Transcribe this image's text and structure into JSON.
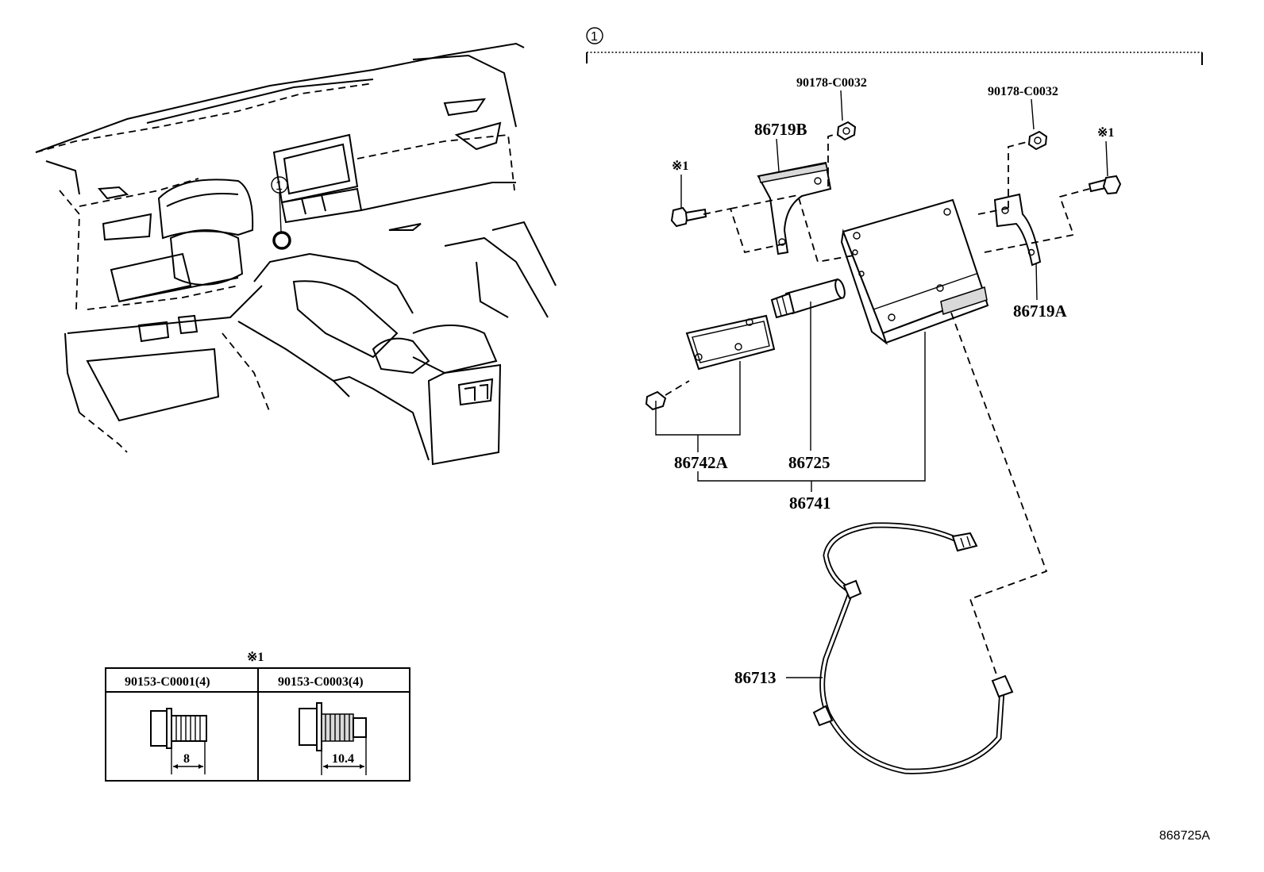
{
  "diagram": {
    "callout_number": "1",
    "labels": {
      "nut_b": "90178-C0032",
      "nut_a": "90178-C0032",
      "bracket_b": "86719B",
      "bracket_a": "86719A",
      "bolt_ref_left": "※1",
      "bolt_ref_right": "※1",
      "cover": "86742A",
      "antenna": "86725",
      "module": "86741",
      "wire": "86713"
    },
    "bolt_table": {
      "ref": "※1",
      "columns": [
        {
          "part": "90153-C0001(4)",
          "dimension": "8"
        },
        {
          "part": "90153-C0003(4)",
          "dimension": "10.4"
        }
      ]
    },
    "diagram_code": "868725A"
  }
}
